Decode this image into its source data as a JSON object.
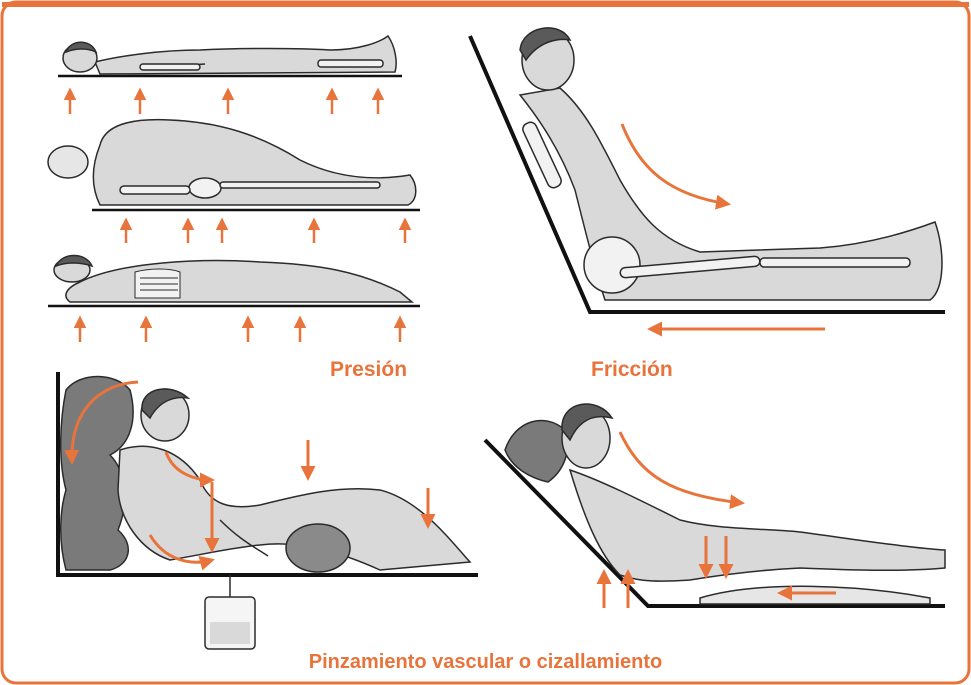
{
  "colors": {
    "frame": "#e8743b",
    "arrow": "#e8743b",
    "body_fill": "#d9d9d9",
    "body_stroke": "#2b2b2b",
    "hair": "#5a5a5a",
    "pillow": "#7a7a7a",
    "bone": "#f2f2f2",
    "surface": "#111111"
  },
  "labels": {
    "pressure": "Presión",
    "friction": "Fricción",
    "shear": "Pinzamiento vascular o cizallamiento"
  },
  "panels": [
    {
      "id": "pressure",
      "figures": [
        "supine",
        "lateral",
        "prone"
      ]
    },
    {
      "id": "friction",
      "figures": [
        "reclined-sliding"
      ]
    },
    {
      "id": "shear-seated",
      "figures": [
        "propped-with-pillows",
        "urine-bag"
      ]
    },
    {
      "id": "shear-reclined",
      "figures": [
        "reclined-on-incline"
      ]
    }
  ]
}
